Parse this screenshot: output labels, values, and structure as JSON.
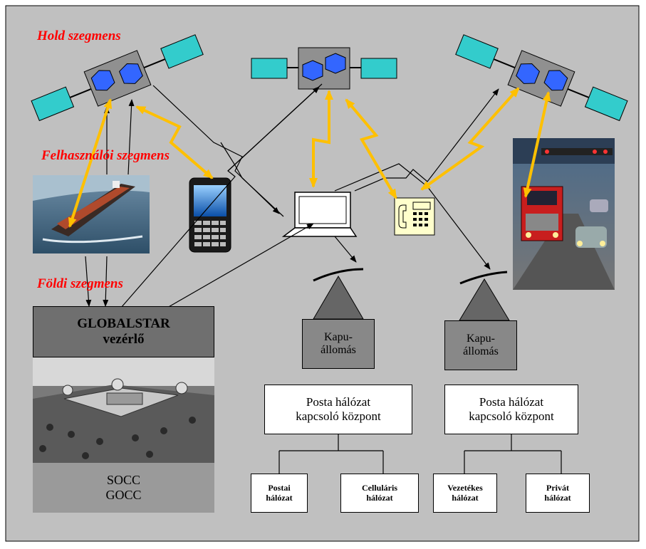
{
  "segments": {
    "space": "Hold szegmens",
    "user": "Felhasználói szegmens",
    "ground": "Földi szegmens"
  },
  "control_center": {
    "line1": "GLOBALSTAR",
    "line2": "vezérlő",
    "ops1": "SOCC",
    "ops2": "GOCC"
  },
  "gateways": [
    {
      "line1": "Kapu-",
      "line2": "állomás"
    },
    {
      "line1": "Kapu-",
      "line2": "állomás"
    }
  ],
  "switches": [
    {
      "line1": "Posta hálózat",
      "line2": "kapcsoló központ"
    },
    {
      "line1": "Posta hálózat",
      "line2": "kapcsoló központ"
    }
  ],
  "networks": [
    {
      "line1": "Postai",
      "line2": "hálózat"
    },
    {
      "line1": "Celluláris",
      "line2": "hálózat"
    },
    {
      "line1": "Vezetékes",
      "line2": "hálózat"
    },
    {
      "line1": "Privát",
      "line2": "hálózat"
    }
  ],
  "colors": {
    "background": "#c0c0c0",
    "segment_label": "#ff0000",
    "radio_link": "#ffc000",
    "satellite_panel": "#33cccc",
    "satellite_body": "#909090",
    "satellite_antenna": "#3366ff",
    "gateway": "#888888"
  },
  "icons": [
    "satellite-icon",
    "ship-photo",
    "mobile-phone-icon",
    "laptop-icon",
    "desk-phone-icon",
    "truck-photo",
    "dish-antenna-icon",
    "control-center-photo"
  ]
}
